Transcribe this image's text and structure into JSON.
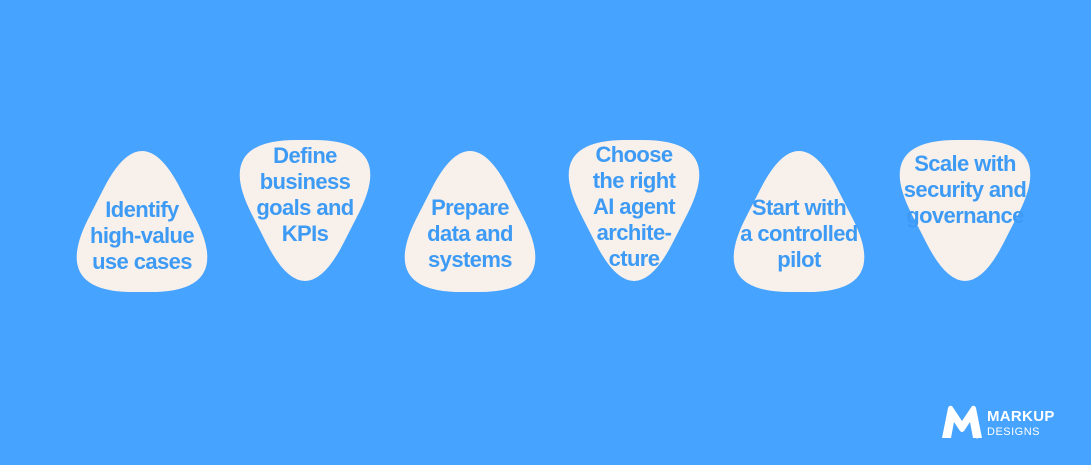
{
  "colors": {
    "background": "#46a3ff",
    "shape_fill": "#f8f0ea",
    "text": "#3d9bf5",
    "logo": "#ffffff"
  },
  "steps": [
    {
      "label": "Identify\nhigh-value\nuse cases",
      "shape": "triangle-up"
    },
    {
      "label": "Define\nbusiness\ngoals and\nKPIs",
      "shape": "triangle-down"
    },
    {
      "label": "Prepare\ndata and\nsystems",
      "shape": "triangle-up"
    },
    {
      "label": "Choose\nthe right\nAI agent\narchite-\ncture",
      "shape": "triangle-down"
    },
    {
      "label": "Start with\na controlled\npilot",
      "shape": "triangle-up"
    },
    {
      "label": "Scale with\nsecurity and\ngovernance",
      "shape": "triangle-down"
    }
  ],
  "logo": {
    "mark": "M",
    "name": "MARKUP",
    "sub": "DESIGNS"
  }
}
